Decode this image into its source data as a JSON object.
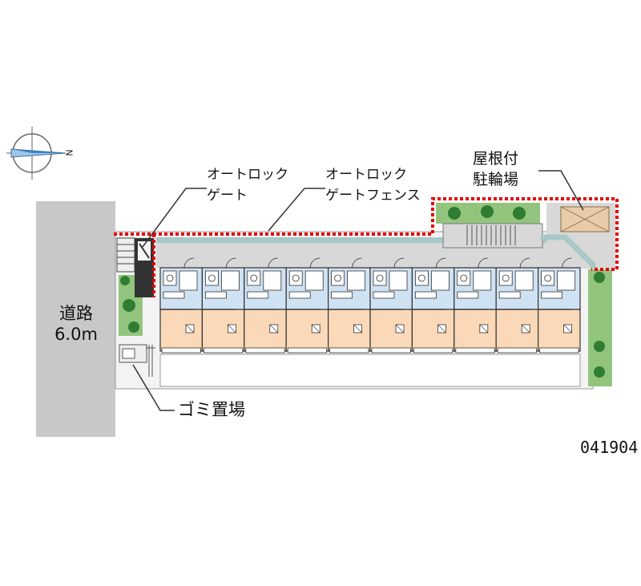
{
  "map": {
    "road_name": "道路",
    "road_width": "6.0m",
    "compass_label": "N",
    "gate_label_line1": "オートロック",
    "gate_label_line2": "ゲート",
    "fence_label_line1": "オートロック",
    "fence_label_line2": "ゲートフェンス",
    "bike_label_line1": "屋根付",
    "bike_label_line2": "駐輪場",
    "trash_label": "ゴミ置場",
    "property_id": "041904",
    "unit_count": 10,
    "colors": {
      "road": "#c8c8c8",
      "walkway": "#d8d8d8",
      "path": "#a8c8c8",
      "green": "#93c47d",
      "tree": "#2e7d32",
      "room_blue": "#cfe2f3",
      "room_orange": "#fbd9b8",
      "fence": "#e60000",
      "bike_area": "#e8cba8"
    }
  }
}
